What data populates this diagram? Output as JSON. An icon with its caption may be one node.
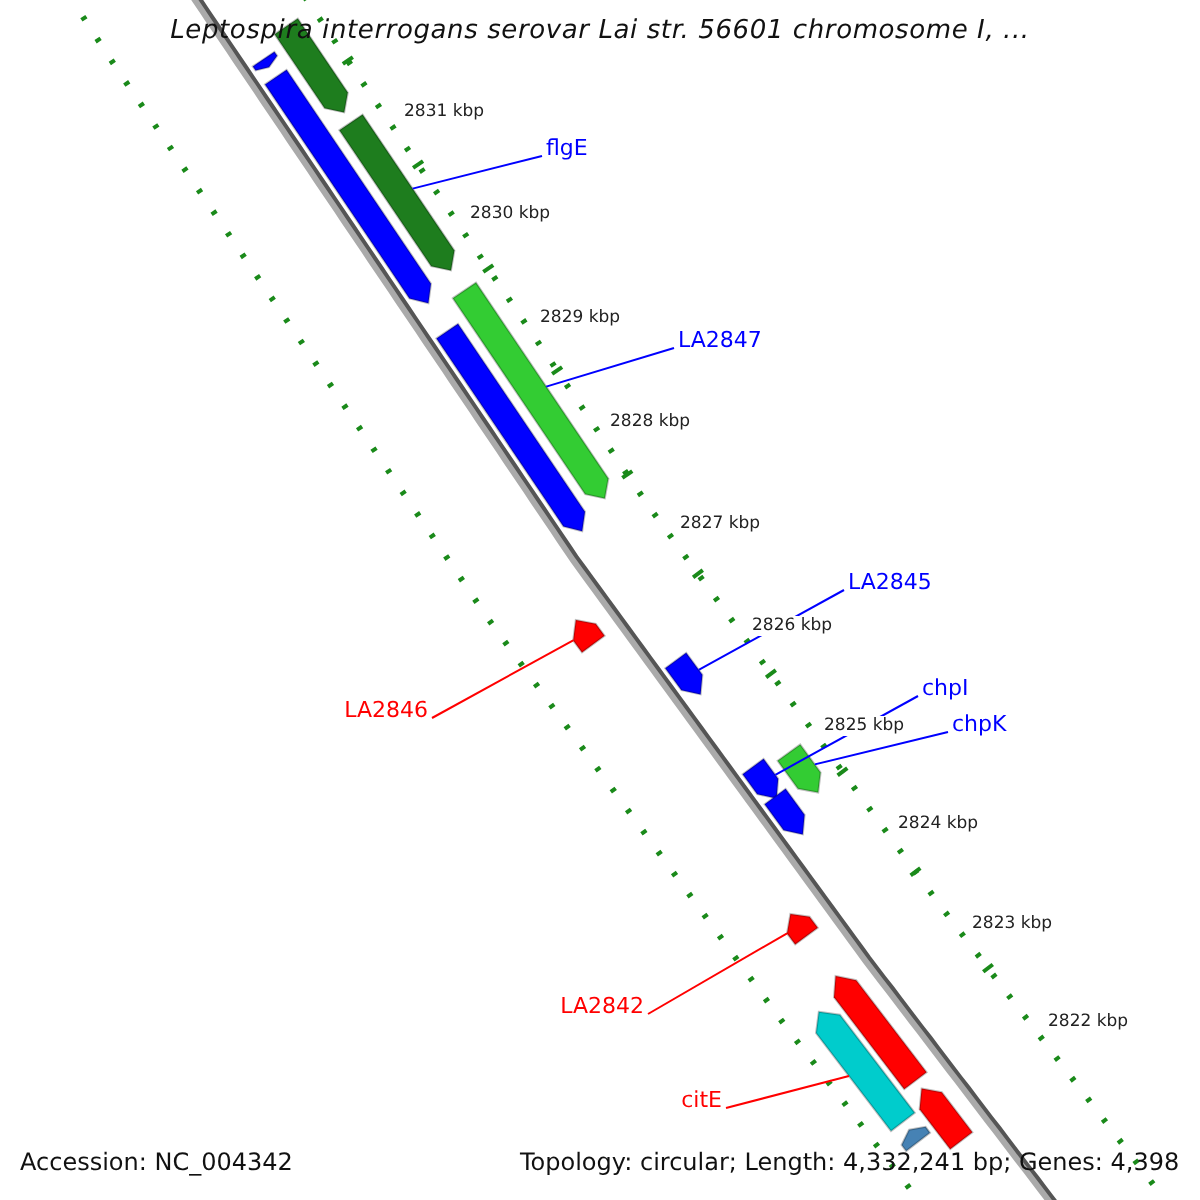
{
  "diagram": {
    "title": "Leptospira interrogans serovar Lai str. 56601 chromosome I, ...",
    "nodes": [
      {
        "text": [
          "flgE"
        ]
      },
      {
        "text": [],
        "shape": "bar"
      },
      {
        "text": [
          "LA2847"
        ]
      },
      {
        "text": [],
        "shape": "bar"
      },
      {
        "text": [
          "LA2845"
        ]
      },
      {
        "text": [],
        "shape": "bar"
      },
      {
        "text": [
          "chpI"
        ]
      },
      {
        "text": [],
        "shape": "bar"
      },
      {
        "text": [
          "chpK"
        ]
      },
      {
        "text": [],
        "shape": "bar"
      },
      {
        "text": [
          "LA2846"
        ]
      },
      {
        "text": [],
        "shape": "bar"
      },
      {
        "text": [
          "LA2842"
        ]
      },
      {
        "text": [],
        "shape": "bar"
      },
      {
        "text": [
          "citE"
        ]
      },
      {
        "text": [],
        "shape": "bar"
      },
      {
        "text": [],
        "shape": "bar"
      },
      {
        "text": [],
        "shape": "bar"
      },
      {
        "text": [],
        "shape": "bar"
      },
      {
        "text": [],
        "shape": "bar"
      },
      {
        "text": [],
        "shape": "bar"
      },
      {
        "text": [],
        "shape": "bar"
      },
      {
        "text": [],
        "shape": "bar"
      },
      {
        "text": [],
        "shape": "bar"
      }
    ],
    "edges": [
      {
        "from": 0,
        "to": 1,
        "arrow": "none"
      },
      {
        "from": 2,
        "to": 3,
        "arrow": "none"
      },
      {
        "from": 4,
        "to": 5,
        "arrow": "none"
      },
      {
        "from": 6,
        "to": 7,
        "arrow": "none"
      },
      {
        "from": 8,
        "to": 9,
        "arrow": "none"
      },
      {
        "from": 10,
        "to": 11,
        "arrow": "none",
        "color": "#ff0000"
      },
      {
        "from": 12,
        "to": 13,
        "arrow": "none",
        "color": "#ff0000"
      },
      {
        "from": 14,
        "to": 15,
        "arrow": "none",
        "color": "#ff0000"
      }
    ],
    "labels": [
      "2831 kbp",
      "2830 kbp",
      "2829 kbp",
      "2828 kbp",
      "2827 kbp",
      "2826 kbp",
      "2825 kbp",
      "2824 kbp",
      "2823 kbp",
      "2822 kbp",
      "Accession: NC_004342",
      "Topology: circular; Length: 4,332,241 bp; Genes: 4,398"
    ]
  }
}
